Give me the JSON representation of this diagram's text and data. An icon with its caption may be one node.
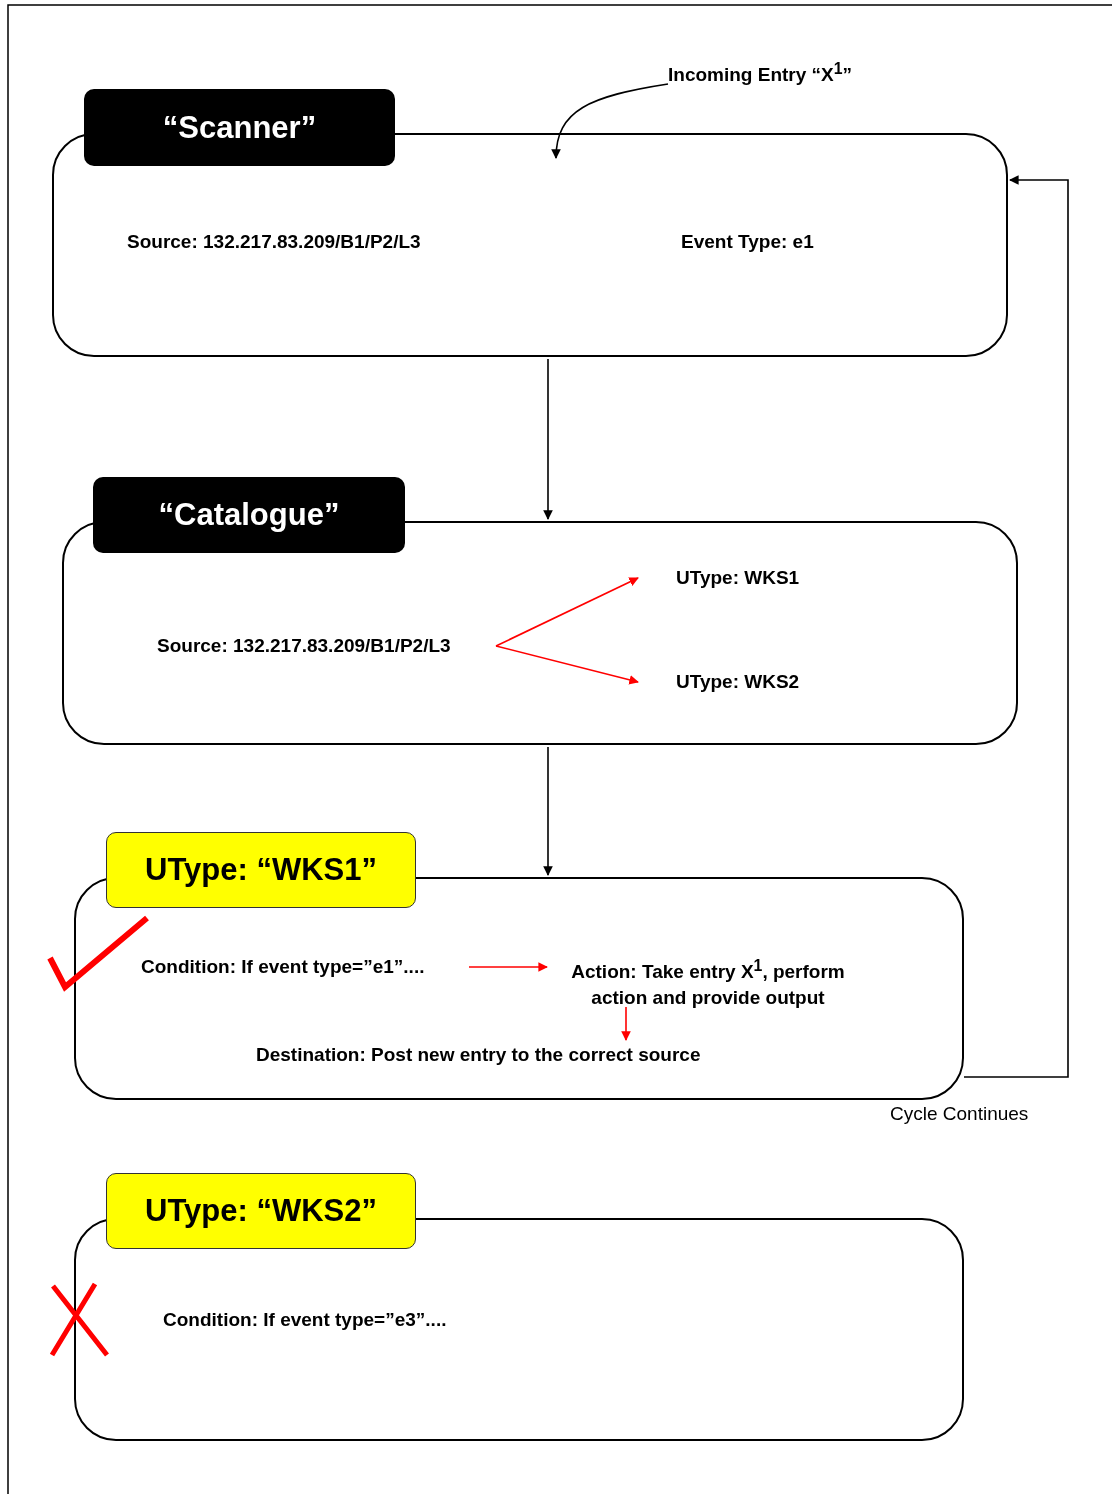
{
  "diagram": {
    "nodes": [
      {
        "text": [
          "Incoming Entry “X$^{1}$”"
        ]
      },
      {
        "text": [
          "“Scanner”",
          "Source: 132.217.83.209/B1/P2/L3",
          "Event Type: e1"
        ]
      },
      {
        "text": [
          "“Catalogue”"
        ]
      },
      {
        "text": [
          "Source: 132.217.83.209/B1/P2/L3"
        ],
        "in": 2
      },
      {
        "text": [
          "UType: WKS1"
        ],
        "in": 2
      },
      {
        "text": [
          "UType: WKS2"
        ],
        "in": 2
      },
      {
        "text": [
          "UType: “WKS1”"
        ]
      },
      {
        "text": [
          "Condition: If event type=”e1”...."
        ],
        "in": 6
      },
      {
        "text": [
          "Action: Take entry X$^{1}$, perform action and provide output"
        ],
        "in": 6
      },
      {
        "text": [
          "Destination: Post new entry to the correct source"
        ],
        "in": 6
      },
      {
        "text": [
          "UType: “WKS2”",
          "Condition: If event type=”e3”...."
        ]
      }
    ],
    "edges": [
      {
        "from": 0,
        "to": 1,
        "arrow": "to"
      },
      {
        "from": 1,
        "to": 2,
        "arrow": "to"
      },
      {
        "from": 2,
        "to": 6,
        "arrow": "to"
      },
      {
        "from": 3,
        "to": 4,
        "arrow": "to",
        "color": "#ff0000"
      },
      {
        "from": 3,
        "to": 5,
        "arrow": "to",
        "color": "#ff0000"
      },
      {
        "from": 7,
        "to": 8,
        "arrow": "to",
        "color": "#ff0000"
      },
      {
        "from": 8,
        "to": 9,
        "arrow": "to",
        "color": "#ff0000"
      },
      {
        "from": 6,
        "to": 1,
        "arrow": "to",
        "label": "Cycle Continues"
      }
    ]
  }
}
